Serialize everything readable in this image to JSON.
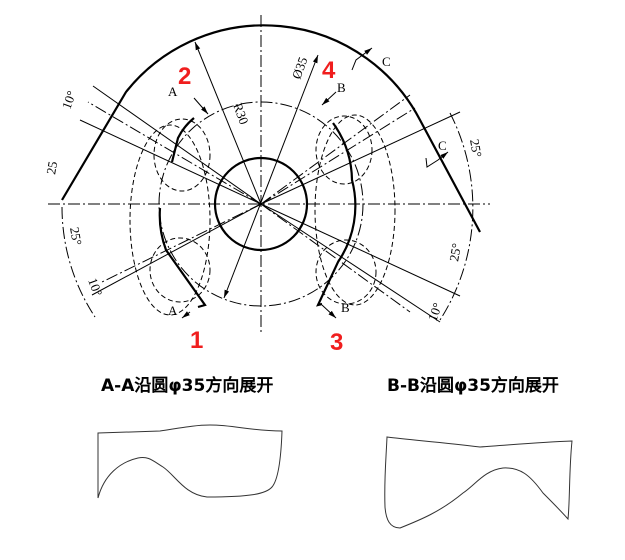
{
  "drawing": {
    "section_labels": {
      "a_top": "A",
      "a_bottom": "A",
      "b_top": "B",
      "b_bottom": "B",
      "c_top": "C",
      "c_right": "C"
    },
    "dimensions": {
      "radius": "R30",
      "diameter": "Ø35",
      "left_top_angle": "10°",
      "left_upper_angle": "25",
      "left_lower_angle": "25°",
      "left_bottom_angle": "10°",
      "right_upper_angle": "25°",
      "right_lower_angle": "25°",
      "right_bottom_angle": "10°"
    },
    "markers": {
      "m1": "1",
      "m2": "2",
      "m3": "3",
      "m4": "4"
    },
    "colors": {
      "marker": "#f01e1e",
      "line": "#000000"
    }
  },
  "developments": {
    "a_title": "A-A沿圆φ35方向展开",
    "b_title": "B-B沿圆φ35方向展开"
  }
}
